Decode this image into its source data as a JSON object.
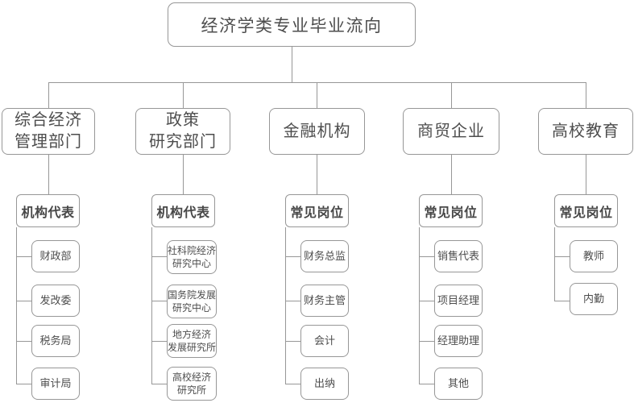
{
  "title": "经济学类专业毕业流向",
  "branches": [
    {
      "label": "综合经济\n管理部门",
      "sub": "机构代表",
      "leaves": [
        "财政部",
        "发改委",
        "税务局",
        "审计局"
      ]
    },
    {
      "label": "政策\n研究部门",
      "sub": "机构代表",
      "leaves": [
        "社科院经济\n研究中心",
        "国务院发展\n研究中心",
        "地方经济\n发展研究所",
        "高校经济\n研究所"
      ]
    },
    {
      "label": "金融机构",
      "sub": "常见岗位",
      "leaves": [
        "财务总监",
        "财务主管",
        "会计",
        "出纳"
      ]
    },
    {
      "label": "商贸企业",
      "sub": "常见岗位",
      "leaves": [
        "销售代表",
        "项目经理",
        "经理助理",
        "其他"
      ]
    },
    {
      "label": "高校教育",
      "sub": "常见岗位",
      "leaves": [
        "教师",
        "内勤"
      ]
    }
  ],
  "colors": {
    "line": "#979797",
    "border": "#979797",
    "text": "#4d4d4d",
    "background": "#ffffff"
  }
}
